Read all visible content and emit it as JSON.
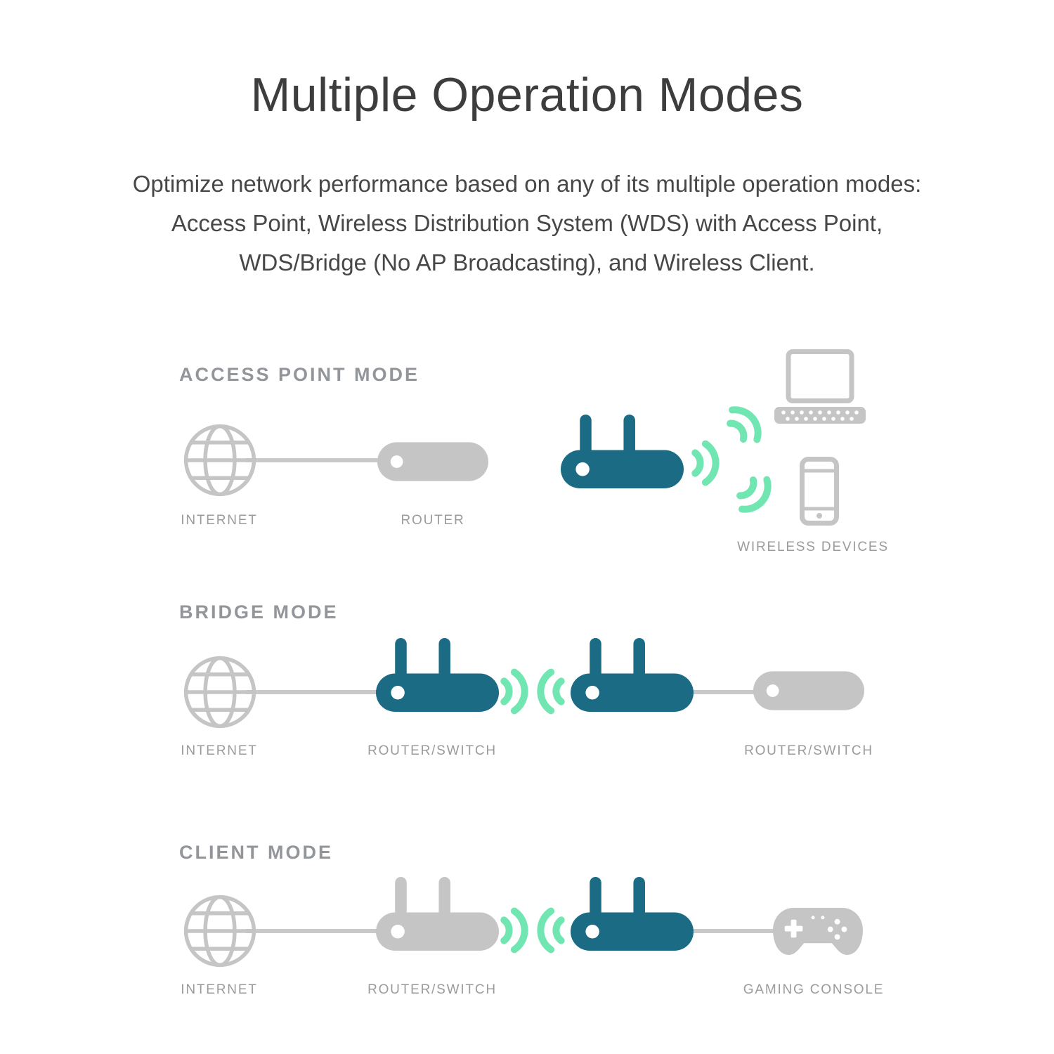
{
  "page": {
    "title": "Multiple Operation Modes",
    "intro_lines": [
      "Optimize network performance based on any of its multiple operation modes:",
      "Access Point, Wireless Distribution System (WDS) with Access Point,",
      "WDS/Bridge (No AP Broadcasting), and Wireless Client."
    ]
  },
  "colors": {
    "accent_teal": "#1c6b84",
    "accent_mint": "#72e6b2",
    "device_gray": "#c5c5c5",
    "label_gray": "#9b9b9b"
  },
  "icons": {
    "globe": "internet-globe-icon",
    "wireless_router": "wireless-router-icon",
    "wired_router": "router-capsule-icon",
    "wifi_signal": "wifi-signal-icon",
    "laptop": "laptop-icon",
    "smartphone": "smartphone-icon",
    "gamepad": "gamepad-icon"
  },
  "sections": {
    "access_point": {
      "heading": "ACCESS POINT MODE",
      "labels": {
        "internet": "INTERNET",
        "router": "ROUTER",
        "wireless_devices": "WIRELESS DEVICES"
      }
    },
    "bridge": {
      "heading": "BRIDGE MODE",
      "labels": {
        "internet": "INTERNET",
        "router_switch_1": "ROUTER/SWITCH",
        "router_switch_2": "ROUTER/SWITCH"
      }
    },
    "client": {
      "heading": "CLIENT MODE",
      "labels": {
        "internet": "INTERNET",
        "router_switch": "ROUTER/SWITCH",
        "gaming_console": "GAMING CONSOLE"
      }
    }
  }
}
